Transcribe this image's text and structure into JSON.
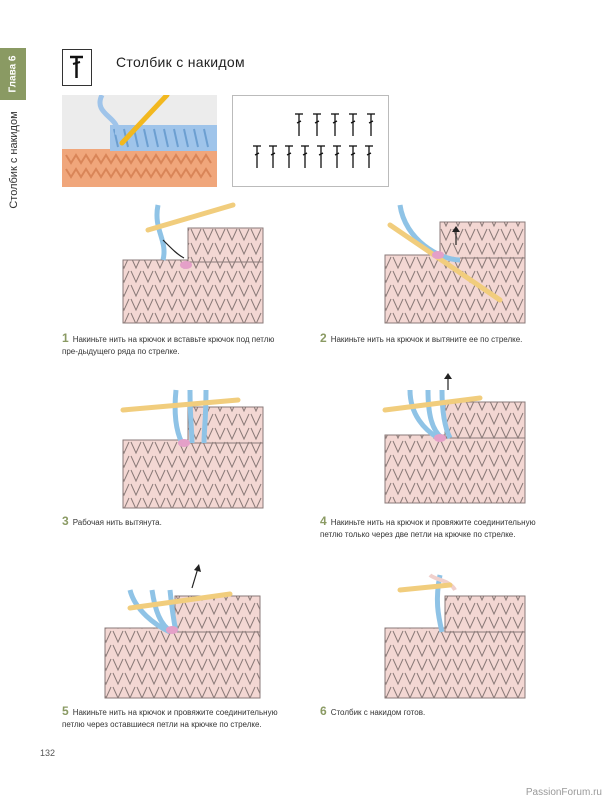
{
  "header": {
    "chapter_tab": "Глава 6",
    "side_label": "Столбик с накидом",
    "title": "Столбик с накидом",
    "symbol_icon": "double-crochet-symbol-icon"
  },
  "colors": {
    "accent": "#8a9a63",
    "yarn_blue": "#8fc3e6",
    "fabric_pink": "#f0d0cc",
    "hook_yellow": "#f1cd7d",
    "loop_pink": "#e4a0c8"
  },
  "steps": [
    {
      "number": "1",
      "text": "Накиньте нить на крючок и вставьте крючок под петлю пре-дыдущего ряда по стрелке."
    },
    {
      "number": "2",
      "text": "Накиньте нить на крючок и вытяните ее по стрелке."
    },
    {
      "number": "3",
      "text": "Рабочая нить вытянута."
    },
    {
      "number": "4",
      "text": "Накиньте нить на крючок и провяжите соединительную петлю только через две петли на крючке по стрелке."
    },
    {
      "number": "5",
      "text": "Накиньте нить на крючок и провяжите соединительную петлю через оставшиеся петли на крючке по стрелке."
    },
    {
      "number": "6",
      "text": "Столбик с накидом готов."
    }
  ],
  "footer": {
    "page_number": "132",
    "watermark": "PassionForum.ru"
  }
}
